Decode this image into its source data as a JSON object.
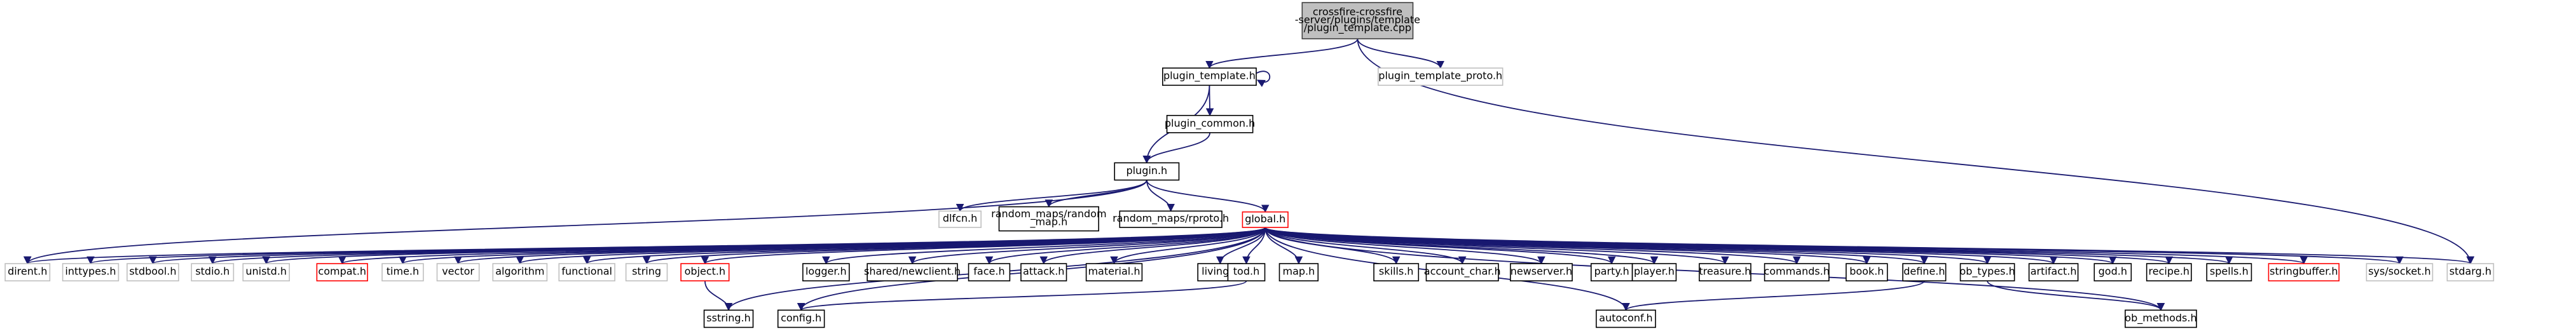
{
  "diagram": {
    "type": "include-dependency-graph",
    "colors": {
      "edge": "#191970",
      "root_fill": "#bfbfbf",
      "root_border": "#404040",
      "default_border": "#000000",
      "external_border": "#bfbfbf",
      "incomplete_border": "#ff0000",
      "node_fill": "#ffffff"
    },
    "nodes": [
      {
        "id": "root",
        "label": "crossfire-crossfire\n-server/plugins/template\n/plugin_template.cpp",
        "style": "root"
      },
      {
        "id": "plugin_template_h",
        "label": "plugin_template.h",
        "style": "default"
      },
      {
        "id": "plugin_template_proto_h",
        "label": "plugin_template_proto.h",
        "style": "external"
      },
      {
        "id": "plugin_common_h",
        "label": "plugin_common.h",
        "style": "default"
      },
      {
        "id": "plugin_h",
        "label": "plugin.h",
        "style": "default"
      },
      {
        "id": "dlfcn_h",
        "label": "dlfcn.h",
        "style": "external"
      },
      {
        "id": "random_map_h",
        "label": "random_maps/random\n_map.h",
        "style": "default"
      },
      {
        "id": "rproto_h",
        "label": "random_maps/rproto.h",
        "style": "default"
      },
      {
        "id": "global_h",
        "label": "global.h",
        "style": "incomplete"
      },
      {
        "id": "dirent_h",
        "label": "dirent.h",
        "style": "external"
      },
      {
        "id": "inttypes_h",
        "label": "inttypes.h",
        "style": "external"
      },
      {
        "id": "stdbool_h",
        "label": "stdbool.h",
        "style": "external"
      },
      {
        "id": "stdio_h",
        "label": "stdio.h",
        "style": "external"
      },
      {
        "id": "unistd_h",
        "label": "unistd.h",
        "style": "external"
      },
      {
        "id": "compat_h",
        "label": "compat.h",
        "style": "incomplete"
      },
      {
        "id": "time_h",
        "label": "time.h",
        "style": "external"
      },
      {
        "id": "vector",
        "label": "vector",
        "style": "external"
      },
      {
        "id": "algorithm",
        "label": "algorithm",
        "style": "external"
      },
      {
        "id": "functional",
        "label": "functional",
        "style": "external"
      },
      {
        "id": "string",
        "label": "string",
        "style": "external"
      },
      {
        "id": "object_h",
        "label": "object.h",
        "style": "incomplete"
      },
      {
        "id": "logger_h",
        "label": "logger.h",
        "style": "default"
      },
      {
        "id": "newclient_h",
        "label": "shared/newclient.h",
        "style": "default"
      },
      {
        "id": "face_h",
        "label": "face.h",
        "style": "default"
      },
      {
        "id": "attack_h",
        "label": "attack.h",
        "style": "default"
      },
      {
        "id": "material_h",
        "label": "material.h",
        "style": "default"
      },
      {
        "id": "living_h",
        "label": "living.h",
        "style": "default"
      },
      {
        "id": "tod_h",
        "label": "tod.h",
        "style": "default"
      },
      {
        "id": "map_h",
        "label": "map.h",
        "style": "default"
      },
      {
        "id": "skills_h",
        "label": "skills.h",
        "style": "default"
      },
      {
        "id": "account_char_h",
        "label": "account_char.h",
        "style": "default"
      },
      {
        "id": "newserver_h",
        "label": "newserver.h",
        "style": "default"
      },
      {
        "id": "party_h",
        "label": "party.h",
        "style": "default"
      },
      {
        "id": "player_h",
        "label": "player.h",
        "style": "default"
      },
      {
        "id": "treasure_h",
        "label": "treasure.h",
        "style": "default"
      },
      {
        "id": "commands_h",
        "label": "commands.h",
        "style": "default"
      },
      {
        "id": "book_h",
        "label": "book.h",
        "style": "default"
      },
      {
        "id": "define_h",
        "label": "define.h",
        "style": "default"
      },
      {
        "id": "ob_types_h",
        "label": "ob_types.h",
        "style": "default"
      },
      {
        "id": "artifact_h",
        "label": "artifact.h",
        "style": "default"
      },
      {
        "id": "god_h",
        "label": "god.h",
        "style": "default"
      },
      {
        "id": "recipe_h",
        "label": "recipe.h",
        "style": "default"
      },
      {
        "id": "spells_h",
        "label": "spells.h",
        "style": "default"
      },
      {
        "id": "stringbuffer_h",
        "label": "stringbuffer.h",
        "style": "incomplete"
      },
      {
        "id": "socket_h",
        "label": "sys/socket.h",
        "style": "external"
      },
      {
        "id": "stdarg_h",
        "label": "stdarg.h",
        "style": "external"
      },
      {
        "id": "sstring_h",
        "label": "sstring.h",
        "style": "default"
      },
      {
        "id": "config_h",
        "label": "config.h",
        "style": "default"
      },
      {
        "id": "autoconf_h",
        "label": "autoconf.h",
        "style": "default"
      },
      {
        "id": "ob_methods_h",
        "label": "ob_methods.h",
        "style": "default"
      }
    ],
    "edges": [
      [
        "root",
        "plugin_template_h"
      ],
      [
        "root",
        "plugin_template_proto_h"
      ],
      [
        "root",
        "stdarg_h"
      ],
      [
        "plugin_template_h",
        "plugin_template_h"
      ],
      [
        "plugin_template_h",
        "plugin_common_h"
      ],
      [
        "plugin_template_h",
        "plugin_h"
      ],
      [
        "plugin_common_h",
        "plugin_h"
      ],
      [
        "plugin_h",
        "dlfcn_h"
      ],
      [
        "plugin_h",
        "random_map_h"
      ],
      [
        "plugin_h",
        "rproto_h"
      ],
      [
        "plugin_h",
        "global_h"
      ],
      [
        "plugin_h",
        "dirent_h"
      ],
      [
        "global_h",
        "dirent_h"
      ],
      [
        "global_h",
        "inttypes_h"
      ],
      [
        "global_h",
        "stdbool_h"
      ],
      [
        "global_h",
        "stdio_h"
      ],
      [
        "global_h",
        "unistd_h"
      ],
      [
        "global_h",
        "compat_h"
      ],
      [
        "global_h",
        "time_h"
      ],
      [
        "global_h",
        "vector"
      ],
      [
        "global_h",
        "algorithm"
      ],
      [
        "global_h",
        "functional"
      ],
      [
        "global_h",
        "string"
      ],
      [
        "global_h",
        "object_h"
      ],
      [
        "global_h",
        "logger_h"
      ],
      [
        "global_h",
        "newclient_h"
      ],
      [
        "global_h",
        "face_h"
      ],
      [
        "global_h",
        "attack_h"
      ],
      [
        "global_h",
        "material_h"
      ],
      [
        "global_h",
        "living_h"
      ],
      [
        "global_h",
        "tod_h"
      ],
      [
        "global_h",
        "map_h"
      ],
      [
        "global_h",
        "skills_h"
      ],
      [
        "global_h",
        "account_char_h"
      ],
      [
        "global_h",
        "newserver_h"
      ],
      [
        "global_h",
        "party_h"
      ],
      [
        "global_h",
        "player_h"
      ],
      [
        "global_h",
        "treasure_h"
      ],
      [
        "global_h",
        "commands_h"
      ],
      [
        "global_h",
        "book_h"
      ],
      [
        "global_h",
        "define_h"
      ],
      [
        "global_h",
        "ob_types_h"
      ],
      [
        "global_h",
        "artifact_h"
      ],
      [
        "global_h",
        "god_h"
      ],
      [
        "global_h",
        "recipe_h"
      ],
      [
        "global_h",
        "spells_h"
      ],
      [
        "global_h",
        "stringbuffer_h"
      ],
      [
        "global_h",
        "socket_h"
      ],
      [
        "global_h",
        "stdarg_h"
      ],
      [
        "global_h",
        "sstring_h"
      ],
      [
        "global_h",
        "config_h"
      ],
      [
        "global_h",
        "autoconf_h"
      ],
      [
        "global_h",
        "ob_methods_h"
      ],
      [
        "object_h",
        "sstring_h"
      ],
      [
        "tod_h",
        "config_h"
      ],
      [
        "define_h",
        "autoconf_h"
      ],
      [
        "ob_types_h",
        "ob_methods_h"
      ]
    ]
  }
}
